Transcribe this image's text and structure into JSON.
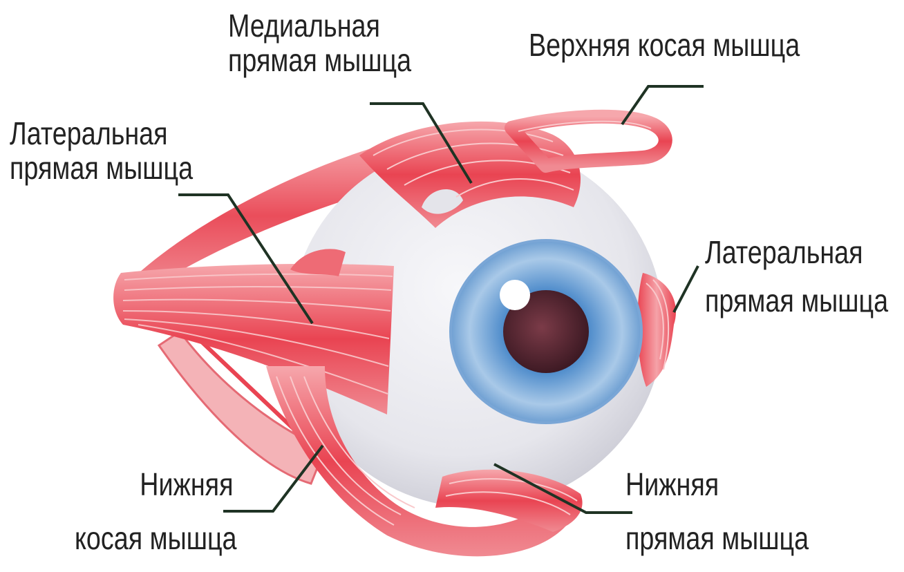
{
  "colors": {
    "muscle": "#e94452",
    "muscle_light": "#f39aa0",
    "sclera": "#e9e9ef",
    "iris": "#9fc1e4",
    "pupil": "#5a2a36",
    "leader": "#1f3324"
  },
  "labels": {
    "medial_rectus": [
      "Медиальная",
      "прямая мышца"
    ],
    "superior_oblique": [
      "Верхняя косая мышца"
    ],
    "lateral_rectus_left": [
      "Латеральная",
      "прямая мышца"
    ],
    "lateral_rectus_right": [
      "Латеральная",
      "прямая мышца"
    ],
    "inferior_oblique": [
      "Нижняя",
      "косая мышца"
    ],
    "inferior_rectus": [
      "Нижняя",
      "прямая мышца"
    ]
  }
}
